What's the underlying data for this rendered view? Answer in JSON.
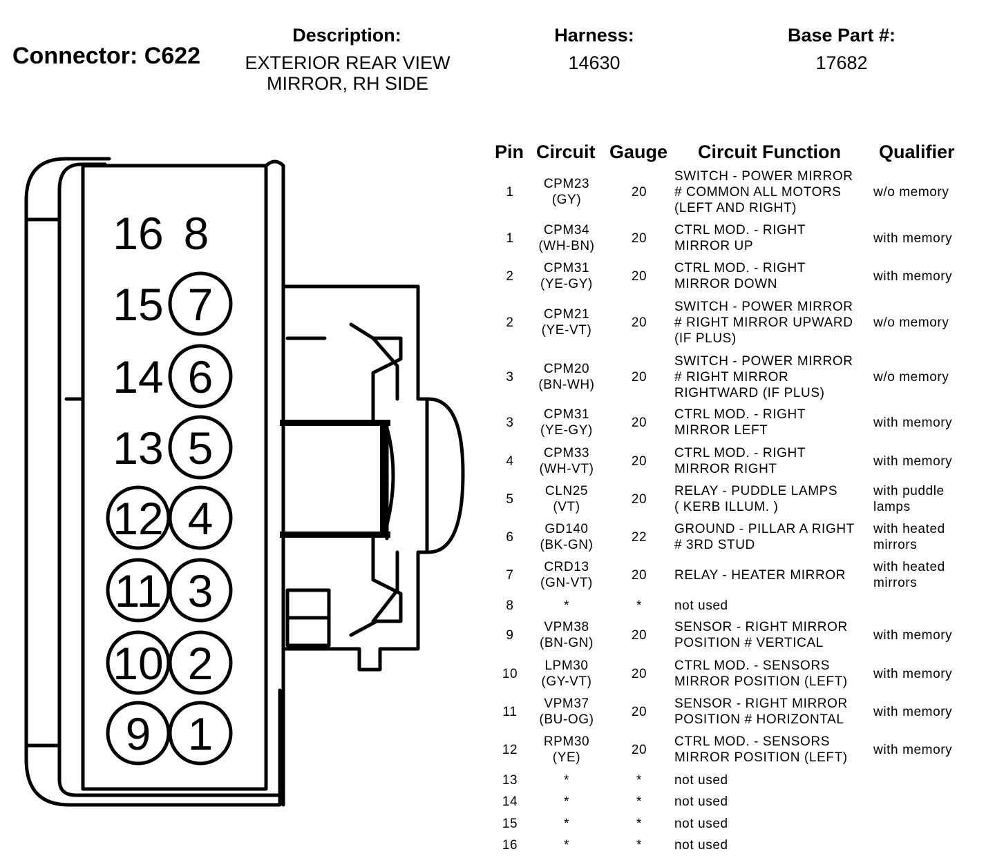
{
  "header": {
    "connector": "Connector: C622",
    "description_label": "Description:",
    "description_line1": "EXTERIOR REAR VIEW",
    "description_line2": "MIRROR, RH SIDE",
    "harness_label": "Harness:",
    "harness_value": "14630",
    "base_part_label": "Base Part #:",
    "base_part_value": "17682"
  },
  "diagram": {
    "left_column_numbers": [
      "16",
      "15",
      "14",
      "13",
      "12",
      "11",
      "10",
      "9"
    ],
    "right_column_numbers": [
      "8",
      "7",
      "6",
      "5",
      "4",
      "3",
      "2",
      "1"
    ]
  },
  "table": {
    "headers": {
      "pin": "Pin",
      "circuit": "Circuit",
      "gauge": "Gauge",
      "function": "Circuit Function",
      "qualifier": "Qualifier"
    },
    "rows": [
      {
        "pin": "1",
        "circuit": [
          "CPM23",
          "(GY)"
        ],
        "gauge": "20",
        "function": [
          "SWITCH - POWER MIRROR",
          "# COMMON ALL MOTORS",
          "(LEFT AND RIGHT)"
        ],
        "qualifier": [
          "w/o memory"
        ]
      },
      {
        "pin": "1",
        "circuit": [
          "CPM34",
          "(WH-BN)"
        ],
        "gauge": "20",
        "function": [
          "CTRL MOD. - RIGHT",
          "MIRROR UP"
        ],
        "qualifier": [
          "with memory"
        ]
      },
      {
        "pin": "2",
        "circuit": [
          "CPM31",
          "(YE-GY)"
        ],
        "gauge": "20",
        "function": [
          "CTRL MOD. - RIGHT",
          "MIRROR DOWN"
        ],
        "qualifier": [
          "with memory"
        ]
      },
      {
        "pin": "2",
        "circuit": [
          "CPM21",
          "(YE-VT)"
        ],
        "gauge": "20",
        "function": [
          "SWITCH - POWER MIRROR",
          "# RIGHT MIRROR UPWARD",
          "(IF PLUS)"
        ],
        "qualifier": [
          "w/o memory"
        ]
      },
      {
        "pin": "3",
        "circuit": [
          "CPM20",
          "(BN-WH)"
        ],
        "gauge": "20",
        "function": [
          "SWITCH - POWER MIRROR",
          "# RIGHT MIRROR",
          "RIGHTWARD (IF PLUS)"
        ],
        "qualifier": [
          "w/o memory"
        ]
      },
      {
        "pin": "3",
        "circuit": [
          "CPM31",
          "(YE-GY)"
        ],
        "gauge": "20",
        "function": [
          "CTRL MOD. - RIGHT",
          "MIRROR LEFT"
        ],
        "qualifier": [
          "with memory"
        ]
      },
      {
        "pin": "4",
        "circuit": [
          "CPM33",
          "(WH-VT)"
        ],
        "gauge": "20",
        "function": [
          "CTRL MOD. - RIGHT",
          "MIRROR RIGHT"
        ],
        "qualifier": [
          "with memory"
        ]
      },
      {
        "pin": "5",
        "circuit": [
          "CLN25",
          "(VT)"
        ],
        "gauge": "20",
        "function": [
          "RELAY - PUDDLE LAMPS",
          "( KERB ILLUM. )"
        ],
        "qualifier": [
          "with puddle",
          "lamps"
        ]
      },
      {
        "pin": "6",
        "circuit": [
          "GD140",
          "(BK-GN)"
        ],
        "gauge": "22",
        "function": [
          "GROUND - PILLAR A RIGHT",
          "# 3RD STUD"
        ],
        "qualifier": [
          "with heated",
          "mirrors"
        ]
      },
      {
        "pin": "7",
        "circuit": [
          "CRD13",
          "(GN-VT)"
        ],
        "gauge": "20",
        "function": [
          "RELAY - HEATER MIRROR"
        ],
        "qualifier": [
          "with heated",
          "mirrors"
        ]
      },
      {
        "pin": "8",
        "circuit": [
          "*"
        ],
        "gauge": "*",
        "function": [
          "not used"
        ],
        "qualifier": []
      },
      {
        "pin": "9",
        "circuit": [
          "VPM38",
          "(BN-GN)"
        ],
        "gauge": "20",
        "function": [
          "SENSOR - RIGHT MIRROR",
          "POSITION # VERTICAL"
        ],
        "qualifier": [
          "with memory"
        ]
      },
      {
        "pin": "10",
        "circuit": [
          "LPM30",
          "(GY-VT)"
        ],
        "gauge": "20",
        "function": [
          "CTRL MOD. - SENSORS",
          "MIRROR POSITION (LEFT)"
        ],
        "qualifier": [
          "with memory"
        ]
      },
      {
        "pin": "11",
        "circuit": [
          "VPM37",
          "(BU-OG)"
        ],
        "gauge": "20",
        "function": [
          "SENSOR - RIGHT MIRROR",
          "POSITION # HORIZONTAL"
        ],
        "qualifier": [
          "with memory"
        ]
      },
      {
        "pin": "12",
        "circuit": [
          "RPM30",
          "(YE)"
        ],
        "gauge": "20",
        "function": [
          "CTRL MOD. - SENSORS",
          "MIRROR POSITION (LEFT)"
        ],
        "qualifier": [
          "with memory"
        ]
      },
      {
        "pin": "13",
        "circuit": [
          "*"
        ],
        "gauge": "*",
        "function": [
          "not used"
        ],
        "qualifier": []
      },
      {
        "pin": "14",
        "circuit": [
          "*"
        ],
        "gauge": "*",
        "function": [
          "not used"
        ],
        "qualifier": []
      },
      {
        "pin": "15",
        "circuit": [
          "*"
        ],
        "gauge": "*",
        "function": [
          "not used"
        ],
        "qualifier": []
      },
      {
        "pin": "16",
        "circuit": [
          "*"
        ],
        "gauge": "*",
        "function": [
          "not used"
        ],
        "qualifier": []
      }
    ]
  }
}
